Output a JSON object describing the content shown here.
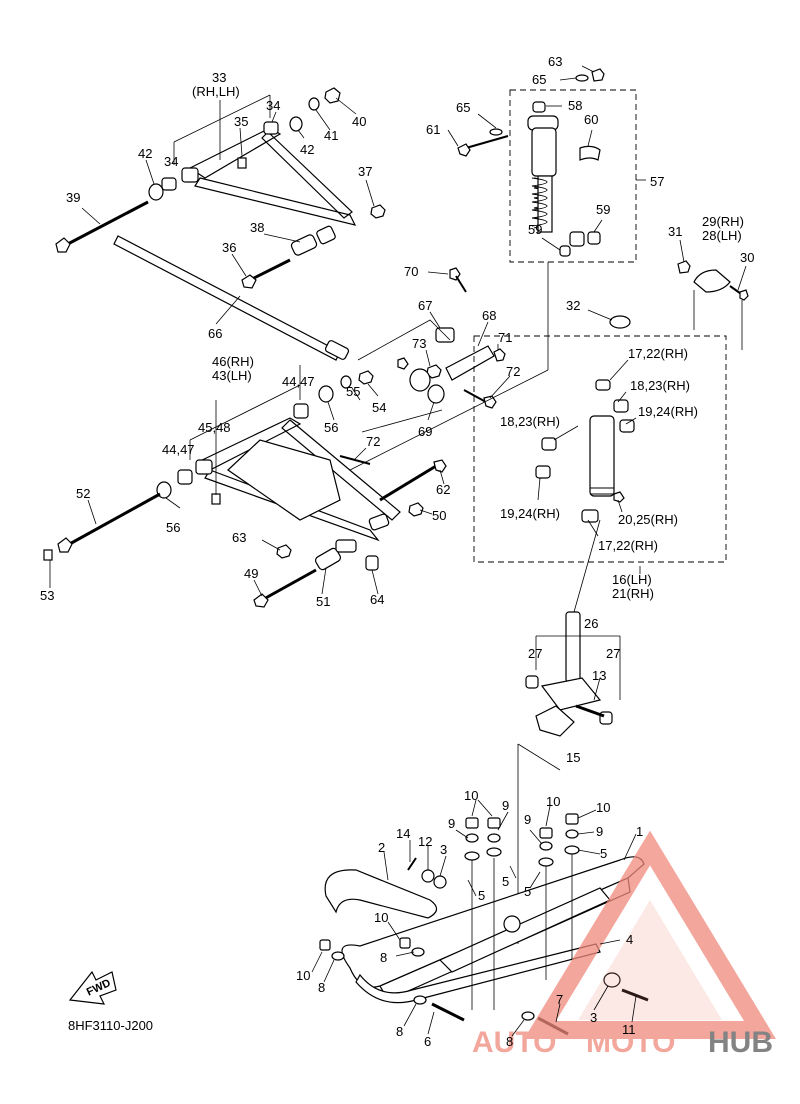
{
  "diagram_code": "8HF3110-J200",
  "fwd_label": "FWD",
  "watermark": {
    "part1": "AUTO",
    "part2": "MOTO",
    "part3": "HUB",
    "color_main": "#f08a7c",
    "color_hub": "#5a5a5a"
  },
  "labels": {
    "l33": "33",
    "l33b": "(RH,LH)",
    "l34a": "34",
    "l34b": "34",
    "l35": "35",
    "l42a": "42",
    "l42b": "42",
    "l41": "41",
    "l40": "40",
    "l37": "37",
    "l39": "39",
    "l38": "38",
    "l36": "36",
    "l66": "66",
    "l70": "70",
    "l67": "67",
    "l68": "68",
    "l71": "71",
    "l73": "73",
    "l72a": "72",
    "l72b": "72",
    "l69": "69",
    "l46": "46(RH)",
    "l43": "43(LH)",
    "l4447a": "44,47",
    "l4447b": "44,47",
    "l55": "55",
    "l54": "54",
    "l56a": "56",
    "l56b": "56",
    "l4548": "45,48",
    "l52": "52",
    "l53": "53",
    "l62": "62",
    "l50": "50",
    "l63a": "63",
    "l63b": "63",
    "l49": "49",
    "l51": "51",
    "l64": "64",
    "l65a": "65",
    "l65b": "65",
    "l58": "58",
    "l61": "61",
    "l60": "60",
    "l57": "57",
    "l59a": "59",
    "l59b": "59",
    "l2928a": "29(RH)",
    "l2928b": "28(LH)",
    "l31": "31",
    "l30": "30",
    "l32": "32",
    "l1722a": "17,22(RH)",
    "l1823a": "18,23(RH)",
    "l1924a": "19,24(RH)",
    "l1823b": "18,23(RH)",
    "l1924b": "19,24(RH)",
    "l2025": "20,25(RH)",
    "l1722b": "17,22(RH)",
    "l16": "16(LH)",
    "l21": "21(RH)",
    "l26": "26",
    "l27a": "27",
    "l27b": "27",
    "l13": "13",
    "l15": "15",
    "l10a": "10",
    "l9a": "9",
    "l10b": "10",
    "l10c": "10",
    "l9b": "9",
    "l9c": "9",
    "l9d": "9",
    "l5a": "5",
    "l5b": "5",
    "l5c": "5",
    "l5d": "5",
    "l1": "1",
    "l14": "14",
    "l12": "12",
    "l3a": "3",
    "l2": "2",
    "l10d": "10",
    "l8a": "8",
    "l10e": "10",
    "l8b": "8",
    "l4": "4",
    "l7": "7",
    "l3b": "3",
    "l11": "11",
    "l8c": "8",
    "l6": "6",
    "l8d": "8"
  },
  "colors": {
    "line": "#000000",
    "background": "#ffffff"
  }
}
